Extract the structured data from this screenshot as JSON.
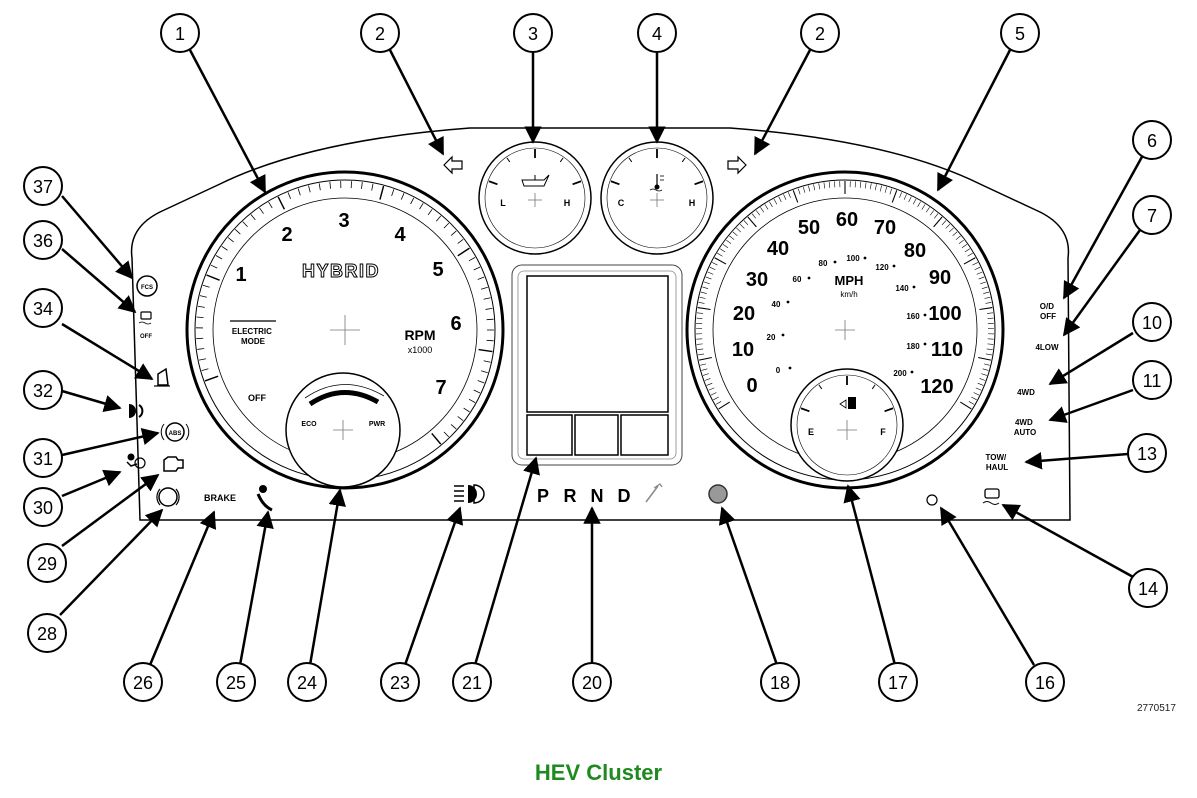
{
  "caption": "HEV Cluster",
  "figure_ref": "2770517",
  "colors": {
    "caption": "#1f8a1f",
    "line": "#000000",
    "callout_fill": "#ffffff"
  },
  "tachometer": {
    "ticks": [
      "1",
      "2",
      "3",
      "4",
      "5",
      "6",
      "7"
    ],
    "brand": "HYBRID",
    "unit": "RPM",
    "multiplier": "x1000",
    "electric_mode": "ELECTRIC\nMODE",
    "off": "OFF",
    "eco": "ECO",
    "pwr": "PWR"
  },
  "oil_gauge": {
    "low": "L",
    "high": "H",
    "icon": "oil-can-icon"
  },
  "temp_gauge": {
    "cold": "C",
    "hot": "H",
    "icon": "thermometer-icon"
  },
  "speedometer": {
    "mph_ticks": [
      "0",
      "10",
      "20",
      "30",
      "40",
      "50",
      "60",
      "70",
      "80",
      "90",
      "100",
      "110",
      "120"
    ],
    "kmh_ticks": [
      "0",
      "20",
      "40",
      "60",
      "80",
      "100",
      "120",
      "140",
      "160",
      "180",
      "200"
    ],
    "unit_mph": "MPH",
    "unit_kmh": "km/h"
  },
  "fuel_gauge": {
    "empty": "E",
    "full": "F",
    "icon": "fuel-pump-icon"
  },
  "prnd": {
    "p": "P",
    "r": "R",
    "n": "N",
    "d": "D"
  },
  "indicators": {
    "od_off": "O/D\nOFF",
    "four_low": "4LOW",
    "four_wd": "4WD",
    "four_wd_auto": "4WD\nAUTO",
    "tow_haul": "TOW/\nHAUL",
    "brake": "BRAKE",
    "abs": "ABS",
    "fcs": "FCS",
    "esc_off": "OFF"
  },
  "callouts": [
    {
      "id": "c1",
      "label": "1"
    },
    {
      "id": "c2a",
      "label": "2"
    },
    {
      "id": "c3",
      "label": "3"
    },
    {
      "id": "c4",
      "label": "4"
    },
    {
      "id": "c2b",
      "label": "2"
    },
    {
      "id": "c5",
      "label": "5"
    },
    {
      "id": "c6",
      "label": "6"
    },
    {
      "id": "c7",
      "label": "7"
    },
    {
      "id": "c10",
      "label": "10"
    },
    {
      "id": "c11",
      "label": "11"
    },
    {
      "id": "c13",
      "label": "13"
    },
    {
      "id": "c14",
      "label": "14"
    },
    {
      "id": "c16",
      "label": "16"
    },
    {
      "id": "c17",
      "label": "17"
    },
    {
      "id": "c18",
      "label": "18"
    },
    {
      "id": "c20",
      "label": "20"
    },
    {
      "id": "c21",
      "label": "21"
    },
    {
      "id": "c23",
      "label": "23"
    },
    {
      "id": "c24",
      "label": "24"
    },
    {
      "id": "c25",
      "label": "25"
    },
    {
      "id": "c26",
      "label": "26"
    },
    {
      "id": "c28",
      "label": "28"
    },
    {
      "id": "c29",
      "label": "29"
    },
    {
      "id": "c30",
      "label": "30"
    },
    {
      "id": "c31",
      "label": "31"
    },
    {
      "id": "c32",
      "label": "32"
    },
    {
      "id": "c34",
      "label": "34"
    },
    {
      "id": "c36",
      "label": "36"
    },
    {
      "id": "c37",
      "label": "37"
    }
  ]
}
